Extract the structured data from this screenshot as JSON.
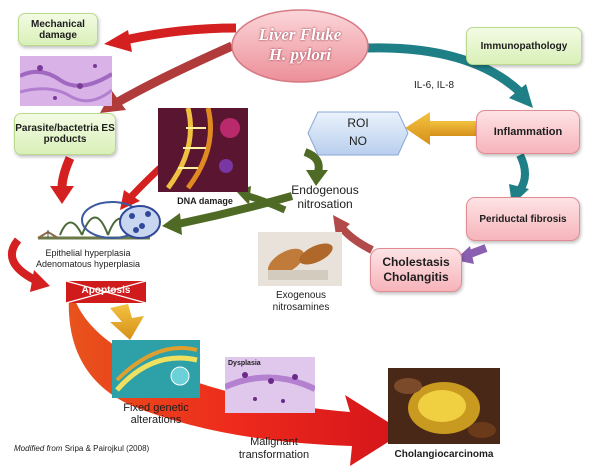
{
  "title_box": {
    "line1": "Liver Fluke",
    "line2": "H. pylori"
  },
  "labels": {
    "mechanical_damage": "Mechanical damage",
    "immunopathology": "Immunopathology",
    "cytokines": "IL-6, IL-8",
    "roi": "ROI",
    "no": "NO",
    "inflammation": "Inflammation",
    "parasite_products": "Parasite/bactetria ES products",
    "dna_damage": "DNA damage",
    "endogenous_nitrosation": "Endogenous nitrosation",
    "periductal_fibrosis": "Periductal fibrosis",
    "epithelial_hyperplasia": "Epithelial hyperplasia",
    "adenomatous_hyperplasia": "Adenomatous hyperplasia",
    "cholestasis": "Cholestasis",
    "cholangitis": "Cholangitis",
    "apoptosis": "Apoptosis",
    "exogenous_nitrosamines": "Exogenous nitrosamines",
    "fixed_genetic_alterations": "Fixed genetic alterations",
    "dysplasia": "Dysplasia",
    "malignant_transformation": "Malignant transformation",
    "cholangiocarcinoma": "Cholangiocarcinoma"
  },
  "citation": {
    "prefix": "Modified from",
    "source": "Sripa & Pairojkul (2008)"
  },
  "colors": {
    "red_arrow": "#d42020",
    "teal_arrow": "#1f7f86",
    "olive_arrow": "#4f6a25",
    "gold_arrow": "#e0a21a",
    "purple_arrow": "#8b5fb0",
    "brown_arrow": "#b24a4a",
    "pink_box": "#f6b4bb",
    "green_box": "#d9f0b8",
    "blue_box": "#cfe0f6"
  }
}
